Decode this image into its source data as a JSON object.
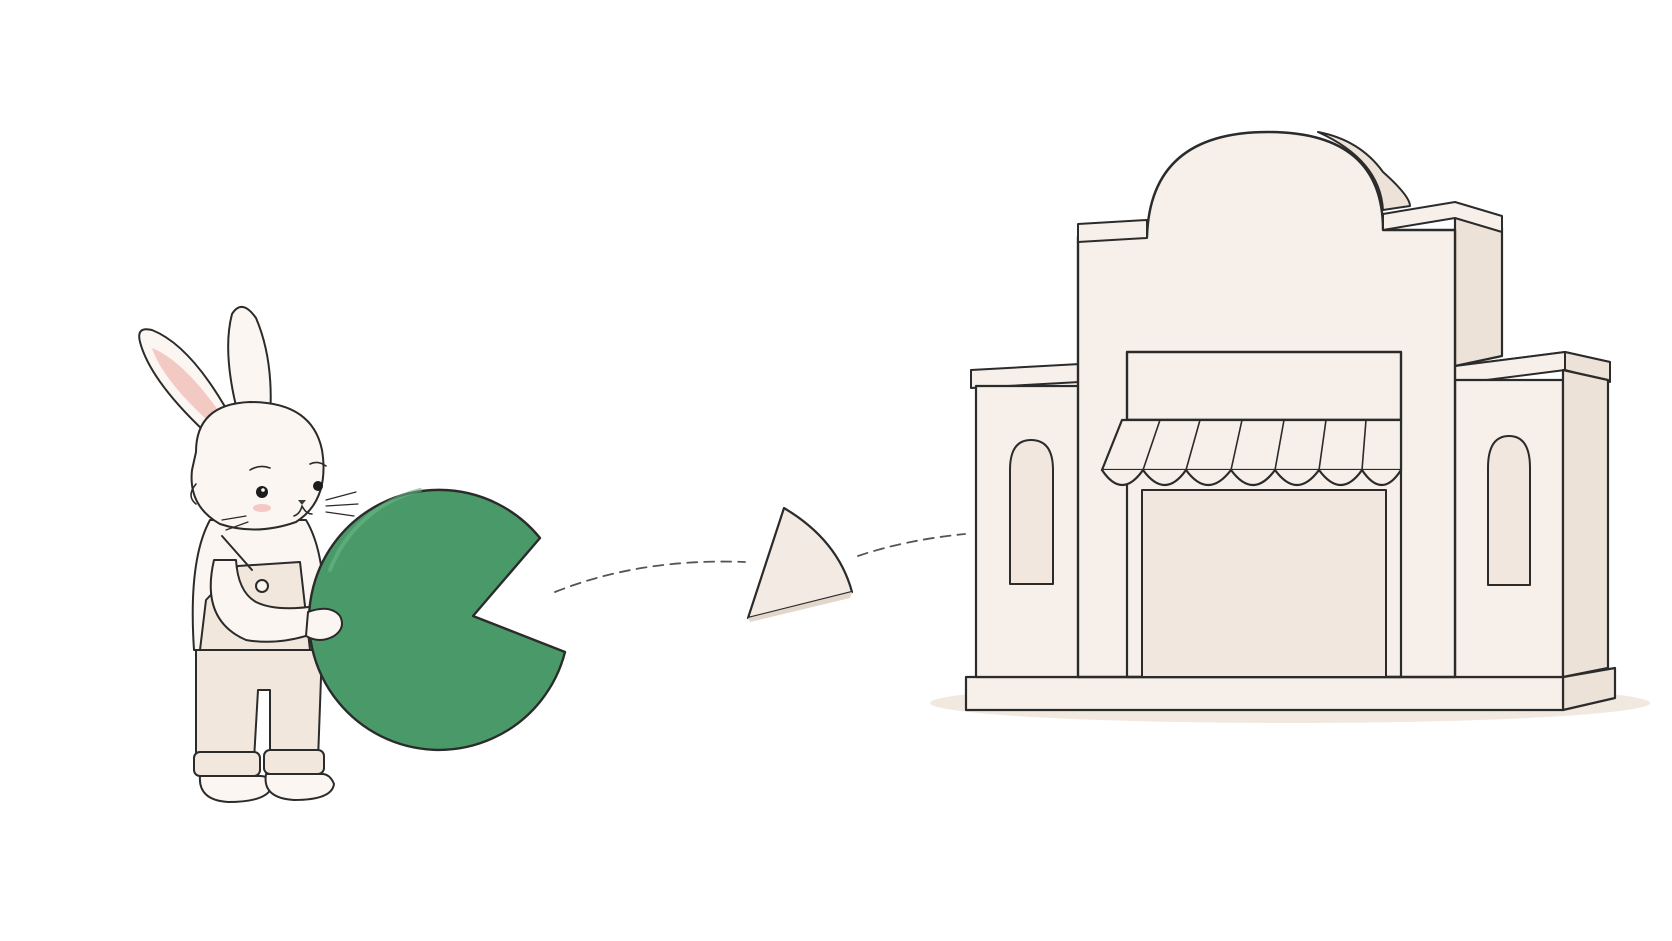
{
  "colors": {
    "background": "#ffffff",
    "outline": "#2b2b2b",
    "cream": "#f7f0ea",
    "cream_shadow": "#ece2d8",
    "pie_green": "#4a9a69",
    "ear_pink": "#f3c9c4",
    "ground_shadow": "#f1e8e0"
  },
  "illustration": {
    "characters": [
      "rabbit"
    ],
    "objects": [
      "pie-chart-with-missing-slice",
      "pie-slice",
      "storefront"
    ],
    "icons": {
      "rabbit": "rabbit-icon",
      "pie": "pie-chart-icon",
      "slice": "pie-slice-icon",
      "store": "storefront-icon"
    }
  }
}
